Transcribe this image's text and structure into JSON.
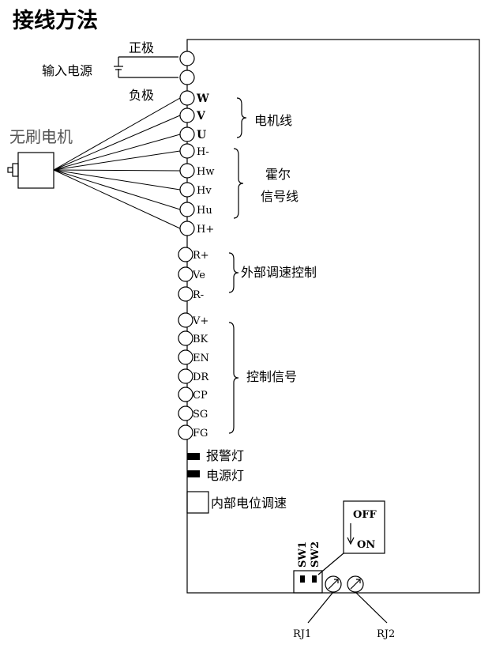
{
  "title": "接线方法",
  "power": {
    "label": "输入电源",
    "positive": "正极",
    "negative": "负极"
  },
  "motor": {
    "label": "无刷电机"
  },
  "groups": {
    "motor_wires": "电机线",
    "hall_line1": "霍尔",
    "hall_line2": "信号线",
    "external_speed": "外部调速控制",
    "control_signal": "控制信号"
  },
  "terminals": [
    "",
    "",
    "W",
    "V",
    "U",
    "H-",
    "Hw",
    "Hv",
    "Hu",
    "H+",
    "R+",
    "Ve",
    "R-",
    "V+",
    "BK",
    "EN",
    "DR",
    "CP",
    "SG",
    "FG"
  ],
  "indicators": {
    "alarm": "报警灯",
    "power": "电源灯",
    "pot": "内部电位调速"
  },
  "switch": {
    "off": "OFF",
    "on": "ON",
    "sw1": "SW1",
    "sw2": "SW2"
  },
  "pots": {
    "rj1": "RJ1",
    "rj2": "RJ2"
  }
}
